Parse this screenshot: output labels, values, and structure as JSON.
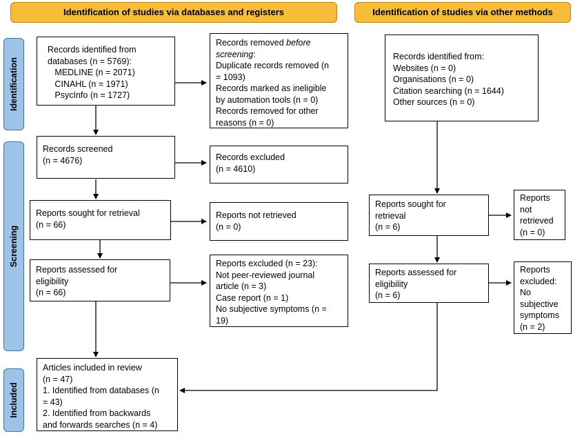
{
  "headers": {
    "left": "Identification of studies via databases and registers",
    "right": "Identification of studies via other methods"
  },
  "phases": {
    "identification": "Identification",
    "screening": "Screening",
    "included": "Included"
  },
  "boxes": {
    "db_identified": [
      "Records identified from",
      "databases (n = 5769):",
      "   MEDLINE (n = 2071)",
      "   CINAHL (n = 1971)",
      "   PsycInfo (n = 1727)"
    ],
    "removed_before_line1": "Records removed ",
    "removed_before_line1_italic": "before",
    "removed_before_line2_italic": "screening",
    "removed_before_line2_rest": ":",
    "removed_before_rest": [
      "Duplicate records removed (n",
      "= 1093)",
      "Records marked as ineligible",
      "by automation tools (n = 0)",
      "Records removed for other",
      "reasons (n = 0)"
    ],
    "screened": [
      "Records screened",
      "(n = 4676)"
    ],
    "excluded": [
      "Records excluded",
      "(n = 4610)"
    ],
    "sought": [
      "Reports sought for retrieval",
      "(n = 66)"
    ],
    "not_retrieved": [
      "Reports not retrieved",
      "(n = 0)"
    ],
    "assessed": [
      "Reports assessed for",
      "eligibility",
      "(n = 66)"
    ],
    "reports_excluded": [
      "Reports excluded (n = 23):",
      "Not peer-reviewed journal",
      "article (n = 3)",
      "Case report (n = 1)",
      "No subjective symptoms (n =",
      "19)"
    ],
    "included": [
      "Articles included in review",
      "(n = 47)",
      "1. Identified from databases (n",
      "= 43)",
      "2. Identified from backwards",
      "and forwards searches (n = 4)"
    ],
    "other_identified": [
      "Records identified from:",
      "Websites (n = 0)",
      "Organisations (n = 0)",
      "Citation searching (n = 1644)",
      "Other sources (n = 0)"
    ],
    "other_sought": [
      "Reports sought for",
      "retrieval",
      "(n = 6)"
    ],
    "other_not_retrieved": [
      "Reports",
      "not",
      "retrieved",
      "(n = 0)"
    ],
    "other_assessed": [
      "Reports assessed for",
      "eligibility",
      "(n = 6)"
    ],
    "other_excluded": [
      "Reports",
      "excluded:",
      "No",
      "subjective",
      "symptoms",
      "(n = 2)"
    ]
  }
}
